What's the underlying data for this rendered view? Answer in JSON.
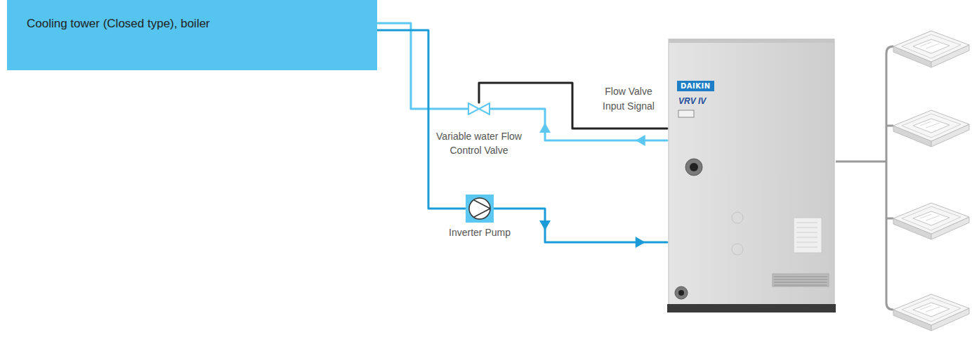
{
  "diagram": {
    "nodes": [
      {
        "text": [
          "Cooling tower (Closed type), boiler"
        ]
      },
      {
        "text": [
          "Variable water Flow Control Valve"
        ]
      },
      {
        "text": [
          "Inverter Pump"
        ]
      },
      {
        "text": [
          "DAIKIN",
          "VRV IV"
        ]
      }
    ],
    "edges": [
      {
        "from": 1,
        "to": 0,
        "arrow": "none"
      },
      {
        "from": 0,
        "to": 2,
        "arrow": "none"
      },
      {
        "from": 2,
        "to": 3,
        "arrow": "to"
      },
      {
        "from": 3,
        "to": 1,
        "arrow": "to"
      },
      {
        "from": 3,
        "to": 1,
        "arrow": "none",
        "label": "Flow Valve Input Signal"
      }
    ]
  }
}
